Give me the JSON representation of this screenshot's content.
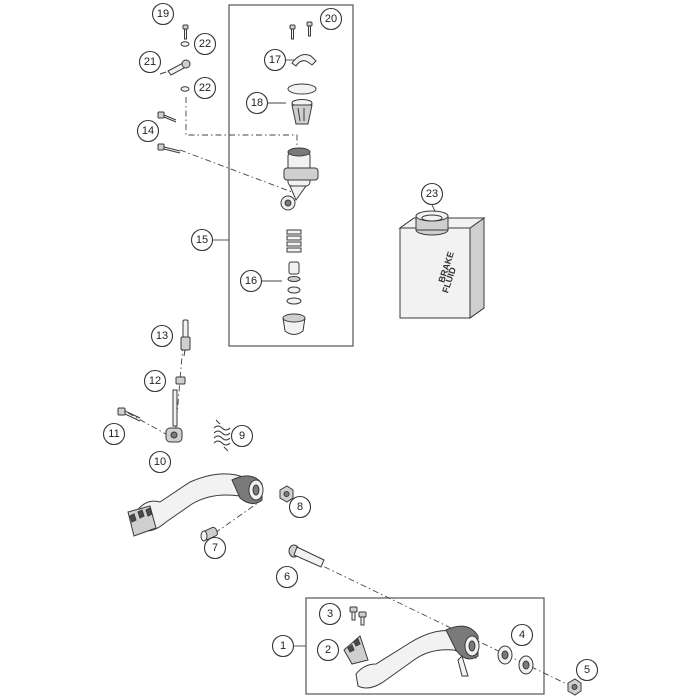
{
  "callouts": {
    "c1": "1",
    "c2": "2",
    "c3": "3",
    "c4": "4",
    "c5": "5",
    "c6": "6",
    "c7": "7",
    "c8": "8",
    "c9": "9",
    "c10": "10",
    "c11": "11",
    "c12": "12",
    "c13": "13",
    "c14": "14",
    "c15": "15",
    "c16": "16",
    "c17": "17",
    "c18": "18",
    "c19": "19",
    "c20": "20",
    "c21": "21",
    "c22a": "22",
    "c22b": "22",
    "c23": "23"
  },
  "jar": {
    "line1": "BRAKE",
    "line2": "FLUID"
  },
  "colors": {
    "line": "#444444",
    "fill_light": "#f2f2f2",
    "fill_dark": "#7a7a7a"
  }
}
